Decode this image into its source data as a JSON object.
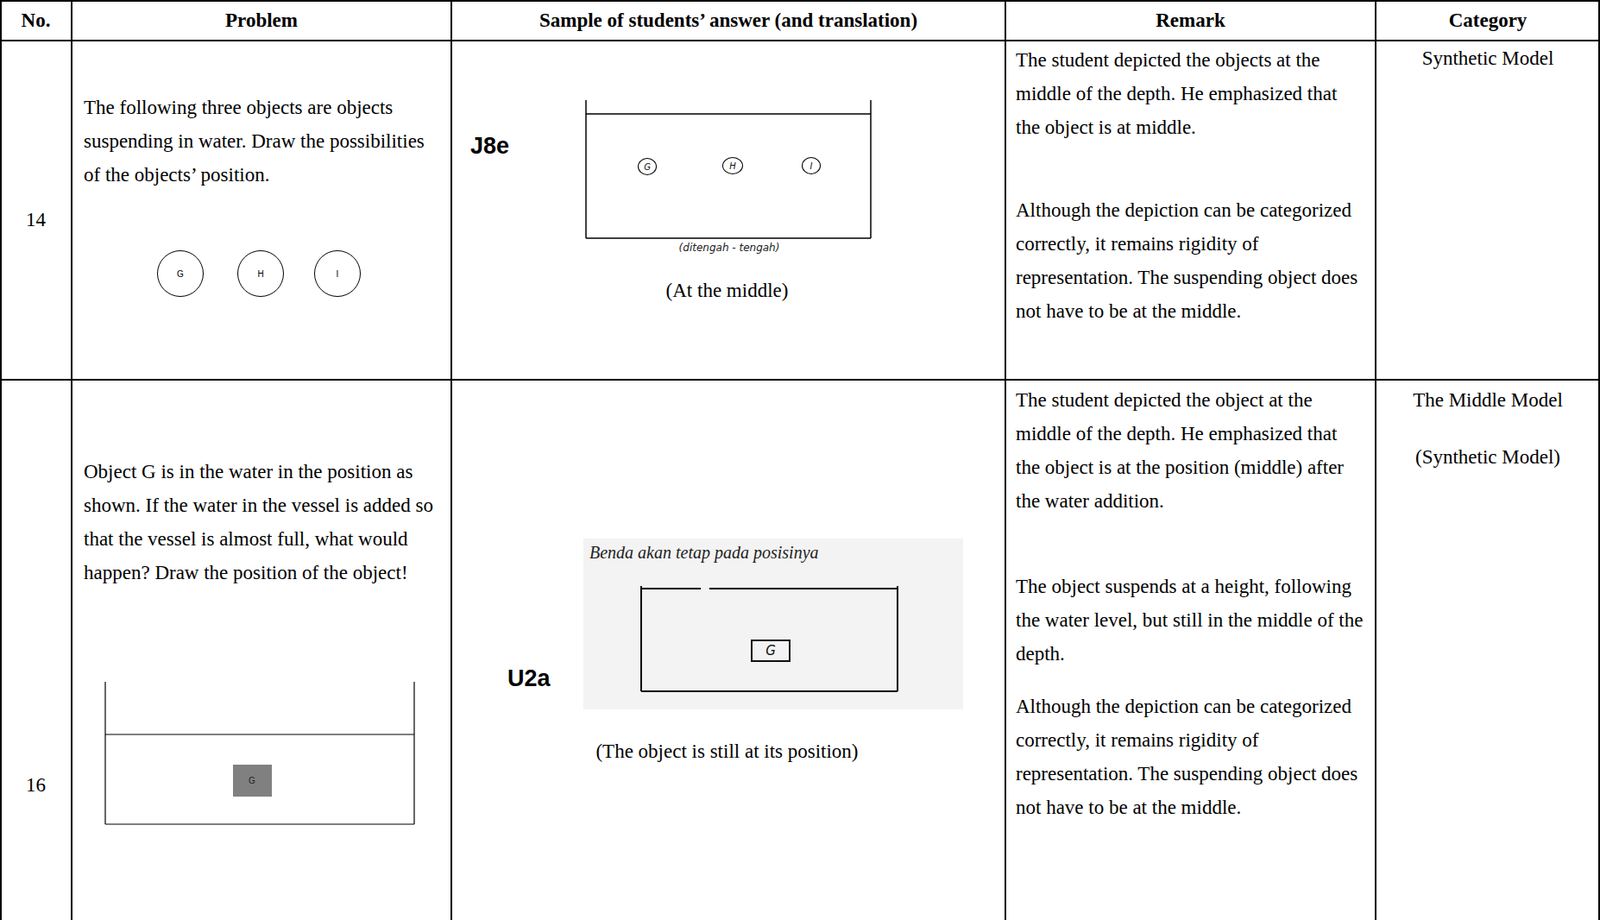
{
  "diagram": {
    "nodes": [
      {
        "text": [
          "G"
        ]
      },
      {
        "text": [
          "H"
        ]
      },
      {
        "text": [
          "I"
        ]
      },
      {
        "text": [
          "G"
        ]
      },
      {
        "text": [
          "H"
        ]
      },
      {
        "text": [
          "I"
        ]
      },
      {
        "text": [
          "G"
        ]
      },
      {
        "text": [
          "G"
        ]
      }
    ],
    "labels": [
      "No.",
      "Problem",
      "Sample of students’ answer (and translation)",
      "Remark",
      "Category",
      "14",
      "The following three objects are objects suspending in water. Draw the possibilities of the objects’ position.",
      "J8e",
      "(ditengah - tengah)",
      "(At the middle)",
      "The student depicted the objects at the middle of the depth. He emphasized that the object is at middle.",
      "Although the depiction can be categorized correctly, it remains rigidity of representation. The suspending object does not have to be at the middle.",
      "Synthetic Model",
      "16",
      "Object G is in the water in the position as shown. If the water in the vessel is added so that the vessel is almost full, what would happen? Draw the position of the object!",
      "U2a",
      "Benda akan tetap pada posisinya",
      "(The object is still at its position)",
      "The student depicted the object at the middle of the depth. He emphasized that the object is at the position (middle) after the water addition.",
      "The object suspends at a height, following the water level, but still in the middle of the depth.",
      "Although the depiction can be categorized correctly, it remains rigidity of representation. The suspending object does not have to be at the middle.",
      "The Middle Model",
      "(Synthetic Model)"
    ]
  }
}
